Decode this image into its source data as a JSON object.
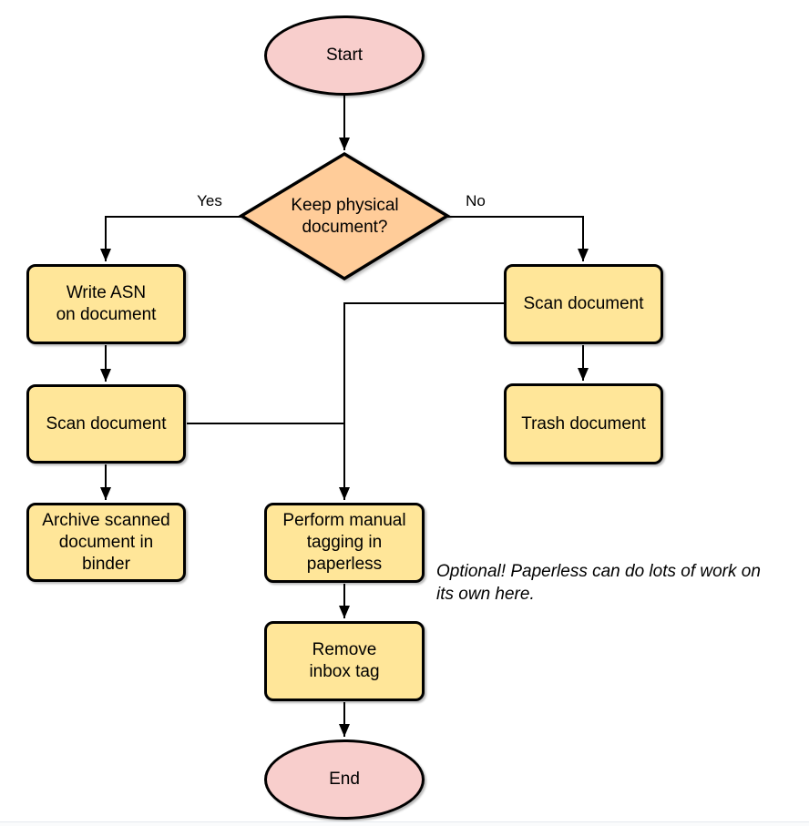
{
  "diagram": {
    "type": "flowchart",
    "colors": {
      "terminal_fill": "#f8cecc",
      "decision_fill": "#ffcc99",
      "process_fill": "#ffe699",
      "stroke": "#000000",
      "edge_color": "#000000",
      "text_color": "#000000",
      "page_edge_line": "#e6eaee"
    },
    "nodes": {
      "start": {
        "shape": "ellipse",
        "label": "Start"
      },
      "decision": {
        "shape": "diamond",
        "label": "Keep physical\ndocument?"
      },
      "write_asn": {
        "shape": "process",
        "label": "Write ASN\non document"
      },
      "scan_left": {
        "shape": "process",
        "label": "Scan document"
      },
      "archive": {
        "shape": "process",
        "label": "Archive scanned\ndocument in\nbinder"
      },
      "scan_right": {
        "shape": "process",
        "label": "Scan document"
      },
      "trash": {
        "shape": "process",
        "label": "Trash document"
      },
      "tagging": {
        "shape": "process",
        "label": "Perform manual\ntagging in\npaperless"
      },
      "remove_tag": {
        "shape": "process",
        "label": "Remove\ninbox tag"
      },
      "end": {
        "shape": "ellipse",
        "label": "End"
      }
    },
    "edge_labels": {
      "yes": "Yes",
      "no": "No"
    },
    "annotation": "Optional! Paperless can do lots of work on\nits own here."
  }
}
